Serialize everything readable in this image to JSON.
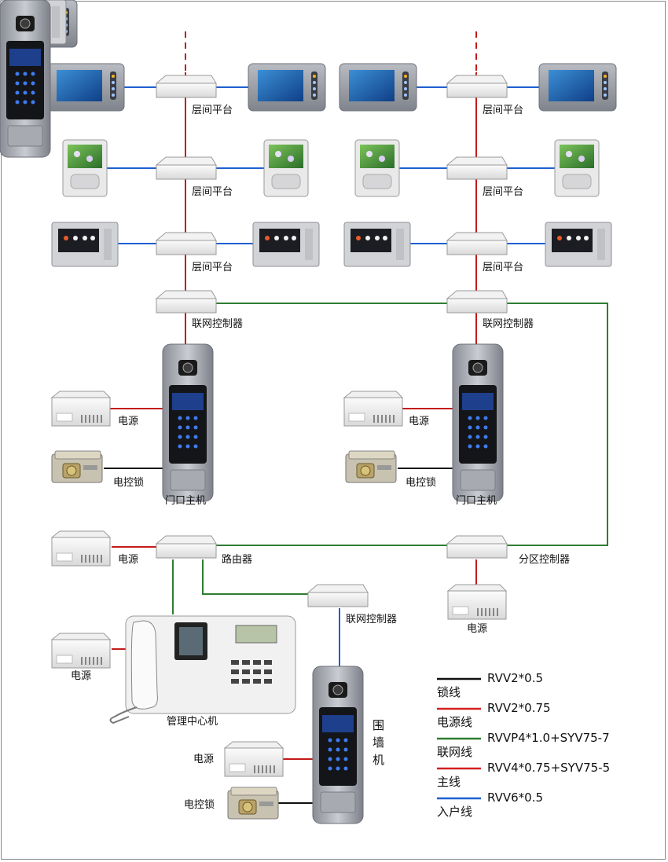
{
  "labels": {
    "floor_platform": "层间平台",
    "network_controller": "联网控制器",
    "power": "电源",
    "electric_lock": "电控锁",
    "door_unit": "门口主机",
    "router": "路由器",
    "zone_controller": "分区控制器",
    "management_center": "管理中心机",
    "wall_unit": "围墙机"
  },
  "legend": [
    {
      "spec": "RVV2*0.5",
      "name": "锁线",
      "color": "#111111"
    },
    {
      "spec": "RVV2*0.75",
      "name": "电源线",
      "color": "#d42020"
    },
    {
      "spec": "RVVP4*1.0+SYV75-7",
      "name": "联网线",
      "color": "#2e7d32"
    },
    {
      "spec": "RVV4*0.75+SYV75-5",
      "name": "主线",
      "color": "#d42020"
    },
    {
      "spec": "RVV6*0.5",
      "name": "入户线",
      "color": "#1f5fd1"
    }
  ],
  "colors": {
    "main_line": "#c41a1a",
    "network_line": "#2e7d32",
    "home_line": "#1f5fd1",
    "lock_line": "#111111"
  }
}
